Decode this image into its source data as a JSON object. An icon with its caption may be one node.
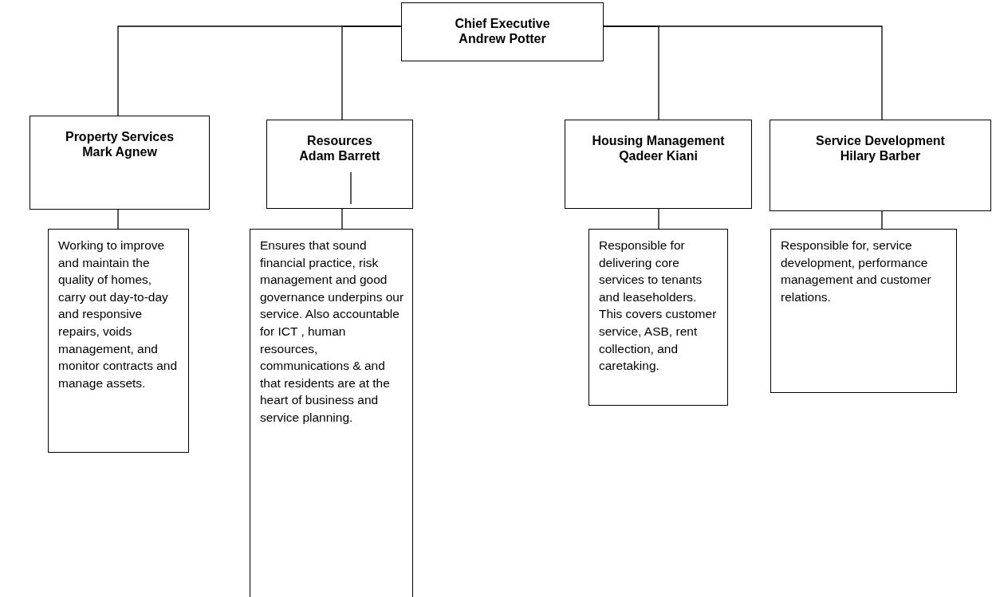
{
  "diagram": {
    "nodes": [
      {
        "text": [
          "Chief Executive",
          "Andrew Potter"
        ]
      },
      {
        "text": [
          "Property Services",
          "Mark Agnew"
        ]
      },
      {
        "text": [
          "Resources",
          "Adam Barrett"
        ]
      },
      {
        "text": [
          "Housing Management",
          "Qadeer Kiani"
        ]
      },
      {
        "text": [
          "Service Development",
          "Hilary Barber"
        ]
      },
      {
        "text": [
          "Working to improve and maintain the quality of homes, carry out day-to-day and responsive repairs, voids management, and monitor contracts and manage assets."
        ]
      },
      {
        "text": [
          "Ensures that sound financial practice, risk management and good governance underpins our service.  Also accountable for ICT , human resources, communications & and that residents are at the heart of business and service planning."
        ]
      },
      {
        "text": [
          "Responsible for delivering core services to tenants and leaseholders. This covers customer service, ASB, rent collection, and caretaking."
        ]
      },
      {
        "text": [
          "Responsible for, service development, performance management and customer relations."
        ]
      }
    ],
    "edges": [
      {
        "from": 0,
        "to": 1,
        "arrow": "none"
      },
      {
        "from": 0,
        "to": 2,
        "arrow": "none"
      },
      {
        "from": 0,
        "to": 3,
        "arrow": "none"
      },
      {
        "from": 0,
        "to": 4,
        "arrow": "none"
      },
      {
        "from": 1,
        "to": 5,
        "arrow": "none"
      },
      {
        "from": 2,
        "to": 6,
        "arrow": "none"
      },
      {
        "from": 3,
        "to": 7,
        "arrow": "none"
      },
      {
        "from": 4,
        "to": 8,
        "arrow": "none"
      }
    ]
  }
}
